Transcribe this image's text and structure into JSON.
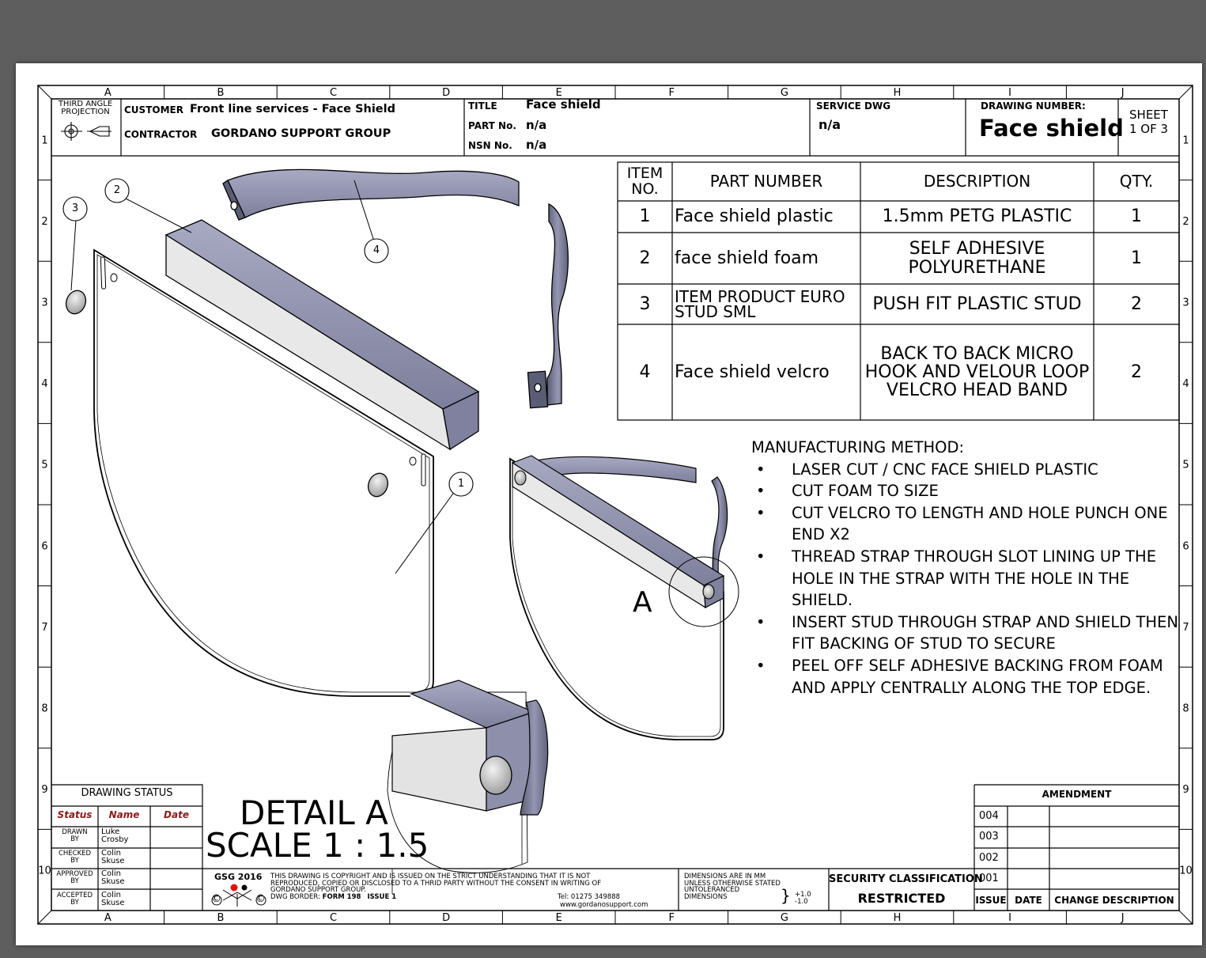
{
  "title_block": {
    "projection": [
      "THIRD ANGLE",
      "PROJECTION"
    ],
    "customer_label": "CUSTOMER",
    "customer_value": "Front line services - Face Shield",
    "contractor_label": "CONTRACTOR",
    "contractor_value": "GORDANO SUPPORT GROUP",
    "title_label": "TITLE",
    "title_value": "Face shield",
    "part_no_label": "PART No.",
    "part_no_value": "n/a",
    "nsn_no_label": "NSN No.",
    "nsn_no_value": "n/a",
    "service_dwg_label": "SERVICE DWG",
    "service_dwg_value": "n/a",
    "drawing_number_label": "DRAWING NUMBER:",
    "drawing_number_value": "Face shield",
    "sheet_label": "SHEET",
    "sheet_value": "1 OF 3"
  },
  "grid": {
    "columns": [
      "A",
      "B",
      "C",
      "D",
      "E",
      "F",
      "G",
      "H",
      "I",
      "J"
    ],
    "rows": [
      "1",
      "2",
      "3",
      "4",
      "5",
      "6",
      "7",
      "8",
      "9",
      "10"
    ]
  },
  "bom": {
    "headers": {
      "item": [
        "ITEM",
        "NO."
      ],
      "part": "PART NUMBER",
      "desc": "DESCRIPTION",
      "qty": "QTY."
    },
    "rows": [
      {
        "item": "1",
        "part": "Face shield plastic",
        "desc": "1.5mm PETG PLASTIC",
        "qty": "1"
      },
      {
        "item": "2",
        "part": "face shield foam",
        "desc": "SELF ADHESIVE POLYURETHANE",
        "qty": "1"
      },
      {
        "item": "3",
        "part": "ITEM PRODUCT EURO STUD SML",
        "desc": "PUSH FIT PLASTIC STUD",
        "qty": "2"
      },
      {
        "item": "4",
        "part": "Face shield velcro",
        "desc": "BACK TO BACK MICRO HOOK AND VELOUR LOOP VELCRO HEAD BAND",
        "qty": "2"
      }
    ]
  },
  "method": {
    "heading": "MANUFACTURING METHOD:",
    "bullet": "•",
    "steps": [
      "LASER CUT / CNC FACE SHIELD PLASTIC",
      "CUT FOAM TO SIZE",
      "CUT VELCRO TO LENGTH AND HOLE PUNCH ONE END X2",
      "THREAD STRAP THROUGH SLOT LINING UP THE HOLE IN THE STRAP WITH THE HOLE IN THE SHIELD.",
      " INSERT STUD THROUGH STRAP AND SHIELD THEN FIT BACKING OF STUD TO SECURE",
      "PEEL OFF SELF ADHESIVE BACKING FROM FOAM AND APPLY CENTRALLY ALONG THE TOP EDGE."
    ]
  },
  "callouts": [
    "1",
    "2",
    "3",
    "4"
  ],
  "detail": {
    "marker": "A",
    "title": "DETAIL A",
    "scale": "SCALE 1 : 1.5"
  },
  "drawing_status": {
    "heading": "DRAWING STATUS",
    "headers": [
      "Status",
      "Name",
      "Date"
    ],
    "rows": [
      {
        "status": [
          "DRAWN",
          "BY"
        ],
        "name": [
          "Luke",
          "Crosby"
        ]
      },
      {
        "status": [
          "CHECKED",
          "BY"
        ],
        "name": [
          "Colin",
          "Skuse"
        ]
      },
      {
        "status": [
          "APPROVED",
          "BY"
        ],
        "name": [
          "Colin",
          "Skuse"
        ]
      },
      {
        "status": [
          "ACCEPTED",
          "BY"
        ],
        "name": [
          "Colin",
          "Skuse"
        ]
      }
    ]
  },
  "footer": {
    "gsg": "GSG 2016",
    "copyright": [
      "THIS DRAWING IS COPYRIGHT AND IS ISSUED ON THE STRICT UNDERSTANDING THAT IT IS NOT",
      "REPRODUCED, COPIED OR DISCLOSED TO A THRID PARTY WITHOUT THE CONSENT IN WRITING OF",
      "GORDANO SUPPORT GROUP."
    ],
    "tel": "Tel: 01275 349888",
    "web": "www.gordanosupport.com",
    "border_label": "DWG BORDER:",
    "border_form": "FORM 198",
    "border_issue": "ISSUE 1",
    "copyright_mark": "©",
    "dims": [
      "DIMENSIONS ARE IN MM",
      "UNLESS OTHERWISE STATED",
      "UNTOLERANCED",
      "DIMENSIONS"
    ],
    "tol_plus": "+1.0",
    "tol_minus": "-1.0",
    "security_label": "SECURITY CLASSIFICATION",
    "security_value": "RESTRICTED"
  },
  "amendment": {
    "heading": "AMENDMENT",
    "issues": [
      "004",
      "003",
      "002",
      "001"
    ],
    "headers": [
      "ISSUE",
      "DATE",
      "CHANGE DESCRIPTION"
    ]
  },
  "colors": {
    "part_fill": "#8a8ca8",
    "foam_fill": "#e6e6e6",
    "background": "#5e5e5e"
  }
}
